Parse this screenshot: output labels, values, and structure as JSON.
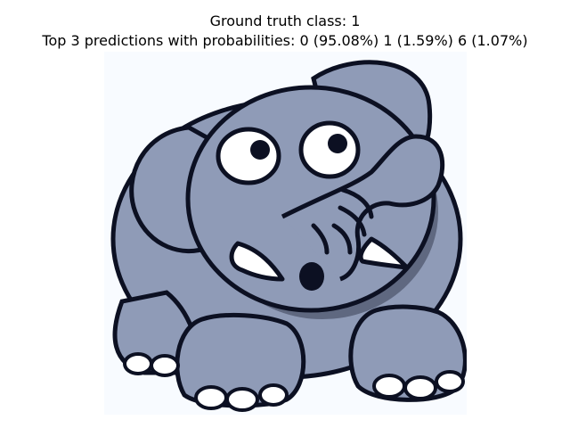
{
  "figure": {
    "title_line_1": "Ground truth class: 1",
    "title_line_2": "Top 3 predictions with probabilities: 0 (95.08%) 1 (1.59%) 6 (1.07%)"
  },
  "image": {
    "subject": "cartoon-elephant",
    "colors": {
      "body": "#8f9bb7",
      "shadow": "#5f6880",
      "outline": "#0c1022",
      "eye_white": "#ffffff",
      "background": "#f8fbff"
    }
  }
}
